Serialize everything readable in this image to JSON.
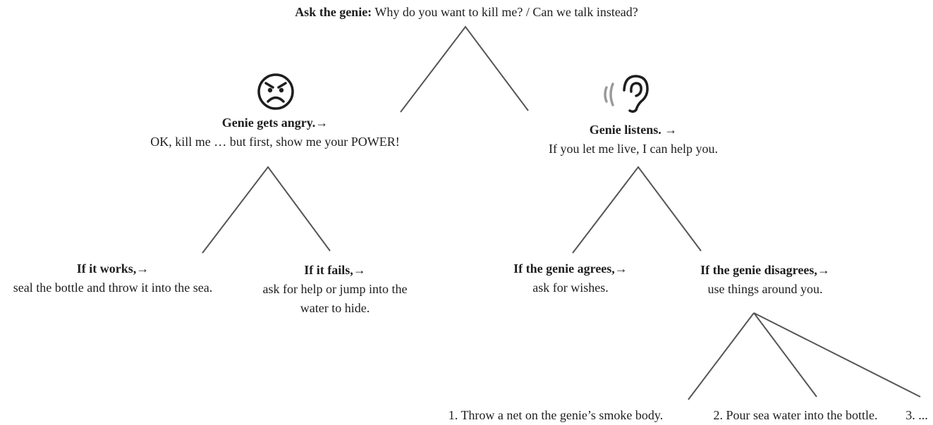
{
  "root": {
    "bold": "Ask the genie:",
    "text": "Why do you want to kill me? / Can we talk instead?"
  },
  "angry": {
    "icon": "angry-face-icon",
    "title": "Genie gets angry.→",
    "text": "OK, kill me … but first, show me your POWER!"
  },
  "listens": {
    "icon": "ear-icon",
    "title": "Genie listens. →",
    "text": "If you let me live, I can help you."
  },
  "works": {
    "title": "If it works,→",
    "text": "seal the bottle and throw it into the sea."
  },
  "fails": {
    "title": "If it fails,→",
    "text_line1": "ask for help or jump into the",
    "text_line2": "water to hide."
  },
  "agrees": {
    "title": "If the genie agrees,→",
    "text": "ask for wishes."
  },
  "disagrees": {
    "title": "If the genie disagrees,→",
    "text": "use things around you."
  },
  "options": [
    "1. Throw a net on the genie’s smoke body.",
    "2. Pour sea water into the bottle.",
    "3. ..."
  ]
}
